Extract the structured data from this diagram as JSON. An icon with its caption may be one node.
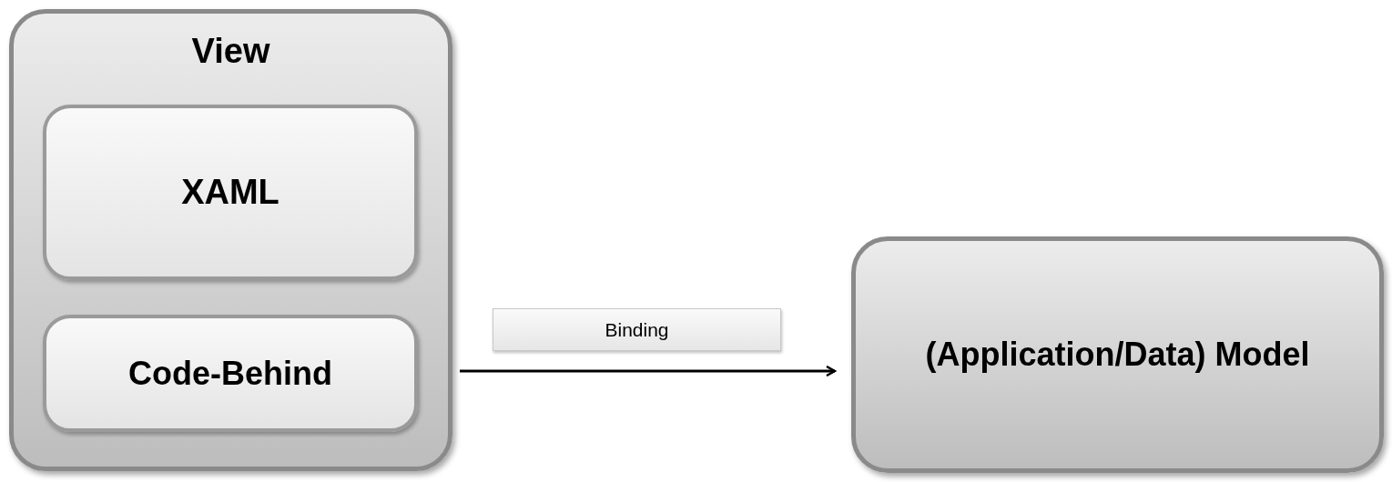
{
  "diagram": {
    "nodes": [
      {
        "text": [
          "View"
        ]
      },
      {
        "text": [
          "XAML"
        ],
        "in": 0
      },
      {
        "text": [
          "Code-Behind"
        ],
        "in": 0
      },
      {
        "text": [
          "(Application/Data) Model"
        ]
      }
    ],
    "edges": [
      {
        "from": 0,
        "to": 3,
        "arrow": "to",
        "label": "Binding"
      }
    ]
  }
}
